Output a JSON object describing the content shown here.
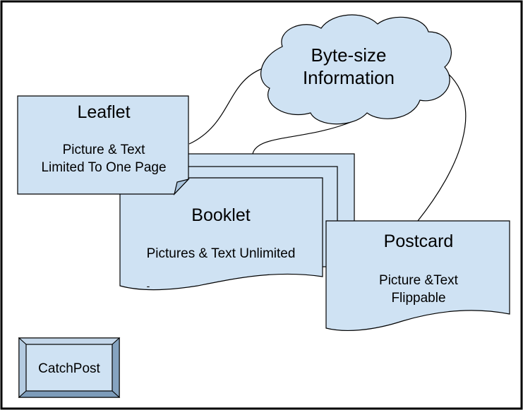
{
  "cloud": {
    "line1": "Byte-size",
    "line2": "Information"
  },
  "leaflet": {
    "title": "Leaflet",
    "line1": "Picture & Text",
    "line2": "Limited To One Page"
  },
  "booklet": {
    "title": "Booklet",
    "line1": "Pictures & Text Unlimited",
    "mark": "-"
  },
  "postcard": {
    "title": "Postcard",
    "line1": "Picture &Text",
    "line2": "Flippable"
  },
  "catchpost": {
    "label": "CatchPost"
  },
  "colors": {
    "fill": "#cfe2f3",
    "stroke": "#000000",
    "frame": "#000000"
  }
}
